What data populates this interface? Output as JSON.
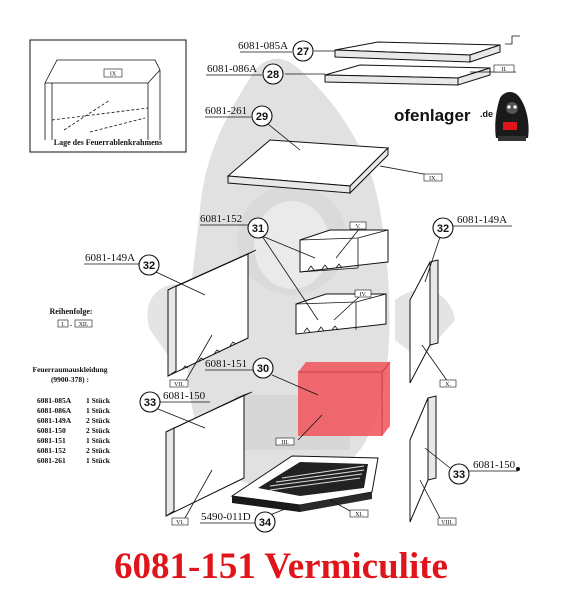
{
  "inset": {
    "caption": "Lage des Feuerrablenkrahmens",
    "plate_mark": "IX"
  },
  "brand": {
    "name": "ofenlager",
    "tld": ".de"
  },
  "parts": [
    {
      "id": "p27",
      "part_no": "6081-085A",
      "callout": "27",
      "mark": ""
    },
    {
      "id": "p28",
      "part_no": "6081-086A",
      "callout": "28",
      "mark": "II."
    },
    {
      "id": "p29",
      "part_no": "6081-261",
      "callout": "29",
      "mark": "IX."
    },
    {
      "id": "p31",
      "part_no": "6081-152",
      "callout": "31",
      "mark": "V.",
      "mark2": "IV."
    },
    {
      "id": "p32l",
      "part_no": "6081-149A",
      "callout": "32",
      "mark": "VII."
    },
    {
      "id": "p32r",
      "part_no": "6081-149A",
      "callout": "32",
      "mark": "X."
    },
    {
      "id": "p30",
      "part_no": "6081-151",
      "callout": "30",
      "mark": "III."
    },
    {
      "id": "p33l",
      "part_no": "6081-150",
      "callout": "33",
      "mark": "VI."
    },
    {
      "id": "p33r",
      "part_no": "6081-150",
      "callout": "33",
      "mark": "VIII."
    },
    {
      "id": "p34",
      "part_no": "5490-011D",
      "callout": "34",
      "mark": "XI."
    }
  ],
  "order": {
    "label": "Reihenfolge:",
    "from": "I.",
    "dash": "-",
    "to": "XII."
  },
  "lining": {
    "title": "Feuerraumauskleidung",
    "subtitle": "(9900-378) :",
    "items": [
      {
        "part": "6081-085A",
        "qty": "1 Stück"
      },
      {
        "part": "6081-086A",
        "qty": "1 Stück"
      },
      {
        "part": "6081-149A",
        "qty": "2 Stück"
      },
      {
        "part": "6081-150",
        "qty": "2 Stück"
      },
      {
        "part": "6081-151",
        "qty": "1 Stück"
      },
      {
        "part": "6081-152",
        "qty": "2 Stück"
      },
      {
        "part": "6081-261",
        "qty": "1 Stück"
      }
    ]
  },
  "footer_title": "6081-151 Vermiculite",
  "colors": {
    "highlight": "#ef5b62",
    "title_red": "#e0141b",
    "watermark": "#d4d4d4"
  }
}
